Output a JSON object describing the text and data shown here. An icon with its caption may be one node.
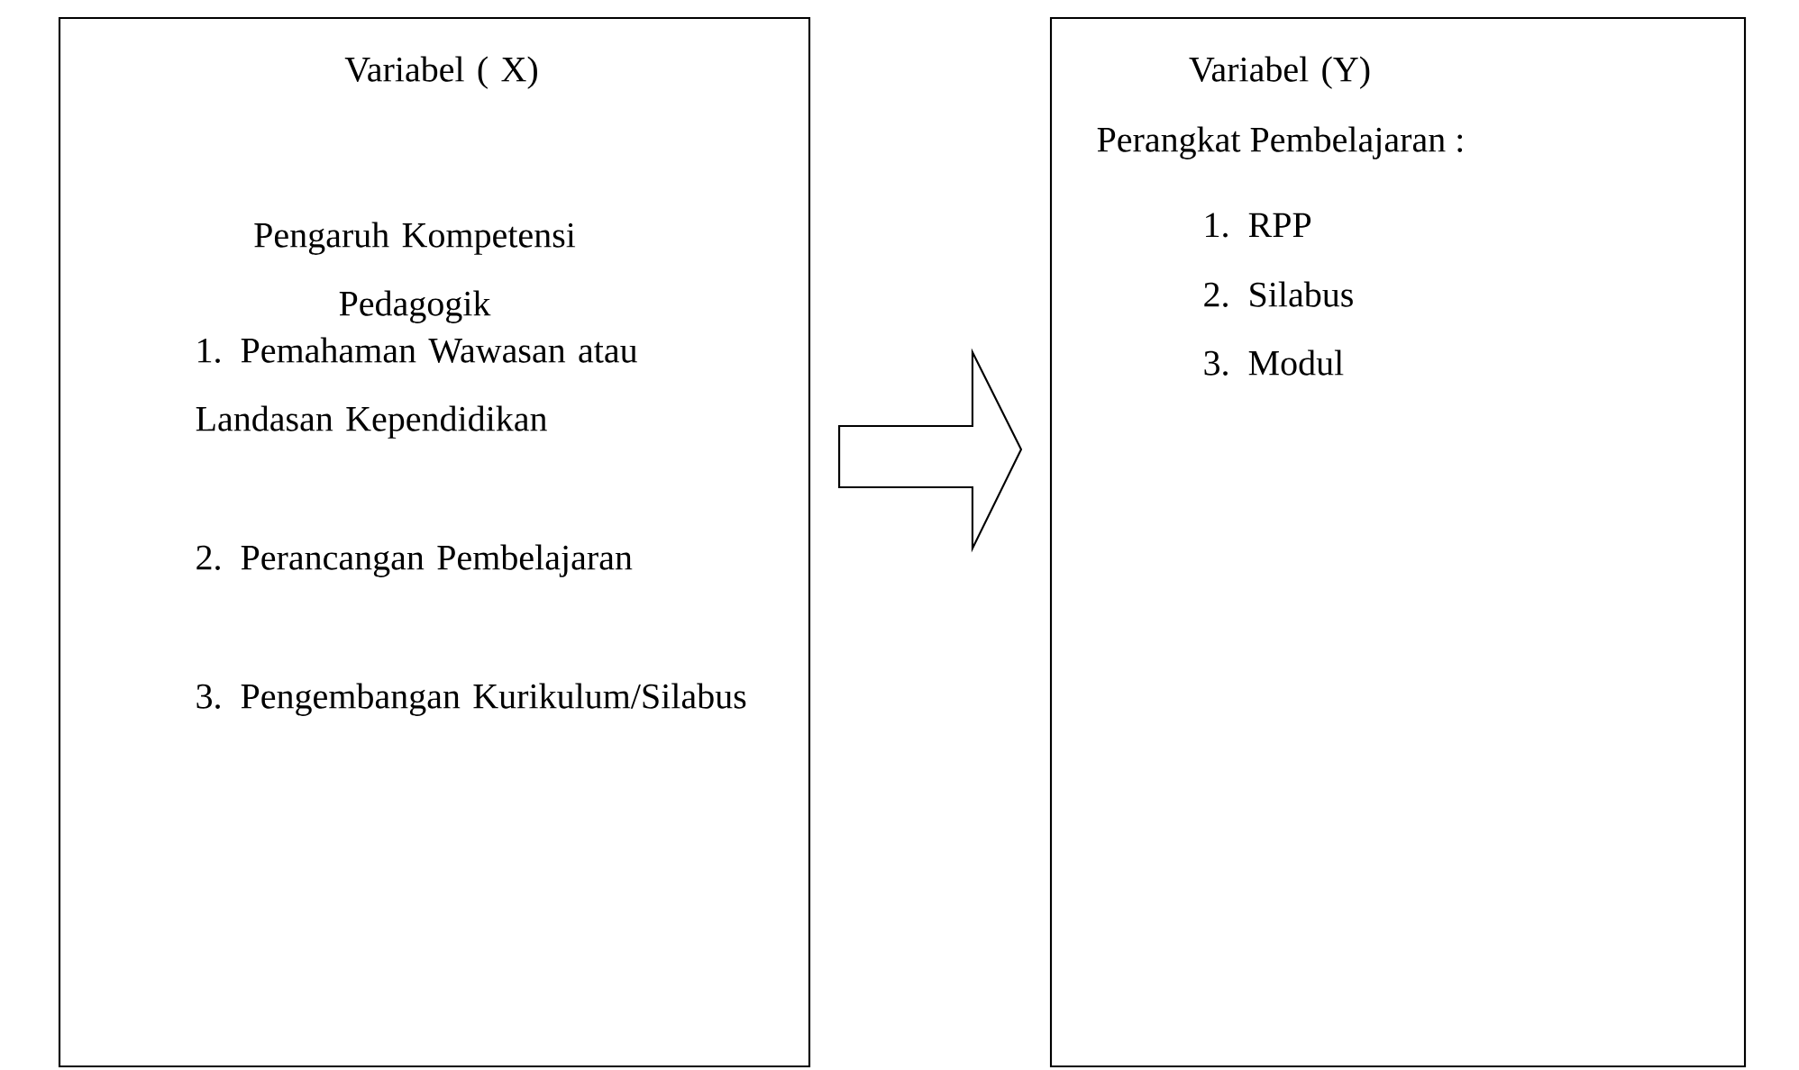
{
  "diagram": {
    "nodes": [
      {
        "text": [
          "Variabel ( X)",
          "Pengaruh Kompetensi Pedagogik",
          "1. Pemahaman Wawasan atau Landasan Kependidikan",
          "2. Perancangan Pembelajaran",
          "3. Pengembangan Kurikulum/Silabus"
        ]
      },
      {
        "text": [
          "Variabel (Y)",
          "Perangkat Pembelajaran :",
          "1. RPP",
          "2. Silabus",
          "3. Modul"
        ]
      }
    ],
    "edges": [
      {
        "from": 0,
        "to": 1,
        "arrow": "to"
      }
    ]
  }
}
